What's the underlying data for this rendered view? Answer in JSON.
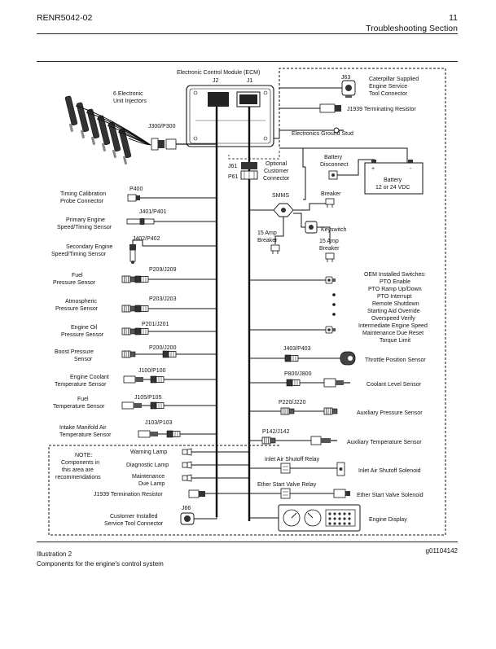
{
  "header": {
    "doc_id": "RENR5042-02",
    "page_number": "11",
    "section": "Troubleshooting  Section"
  },
  "diagram": {
    "ecm": {
      "label": "Electronic Control Module  (ECM)",
      "j2": "J2",
      "j1": "J1"
    },
    "injectors": {
      "label_1": "6 Electronic",
      "label_2": "Unit Injectors",
      "connector": "J300/P300"
    },
    "j63": "J63",
    "service_tool": {
      "line_1": "Caterpillar Supplied",
      "line_2": "Engine Service",
      "line_3": "Tool Connector"
    },
    "j1939_resistor": "J1939 Terminating Resistor",
    "ground_stud": "Electronics Ground Stud",
    "battery_disconnect": {
      "line_1": "Battery",
      "line_2": "Disconnect"
    },
    "battery": {
      "line_1": "Battery",
      "line_2": "12 or 24 VDC",
      "plus": "+",
      "minus": "-"
    },
    "customer_connector": {
      "j61": "J61",
      "p61": "P61",
      "line_1": "Optional",
      "line_2": "Customer",
      "line_3": "Connector"
    },
    "smms": "SMMS",
    "breaker": "Breaker",
    "amp_breaker_left": {
      "line_1": "15 Amp",
      "line_2": "Breaker"
    },
    "keyswitch": "Keyswitch",
    "amp_breaker_right": {
      "line_1": "15 Amp",
      "line_2": "Breaker"
    },
    "left_sensors": [
      {
        "connector": "P400",
        "line_1": "Timing Calibration",
        "line_2": "Probe Connector"
      },
      {
        "connector": "J401/P401",
        "line_1": "Primary Engine",
        "line_2": "Speed/Timing Sensor"
      },
      {
        "connector": "J402/P402",
        "line_1": "Secondary Engine",
        "line_2": "Speed/Timing Sensor"
      },
      {
        "connector": "P209/J209",
        "line_1": "Fuel",
        "line_2": "Pressure Sensor"
      },
      {
        "connector": "P203/J203",
        "line_1": "Atmospheric",
        "line_2": "Pressure Sensor"
      },
      {
        "connector": "P201/J201",
        "line_1": "Engine Oil",
        "line_2": "Pressure Sensor"
      },
      {
        "connector": "P200/J200",
        "line_1": "Boost Pressure",
        "line_2": "Sensor"
      },
      {
        "connector": "J100/P100",
        "line_1": "Engine Coolant",
        "line_2": "Temperature Sensor"
      },
      {
        "connector": "J105/P105",
        "line_1": "Fuel",
        "line_2": "Temperature Sensor"
      },
      {
        "connector": "J103/P103",
        "line_1": "Intake Manifold Air",
        "line_2": "Temperature Sensor"
      }
    ],
    "oem_switches": [
      "OEM Installed Switches:",
      "PTO Enable",
      "PTO Ramp Up/Down",
      "PTO Interrupt",
      "Remote Shutdown",
      "Starting Aid Override",
      "Overspeed Verify",
      "Intermediate Engine Speed",
      "Maintenance Due Reset",
      "Torque Limit"
    ],
    "right_sensors": [
      {
        "connector": "J403/P403",
        "label": "Throttle Position Sensor"
      },
      {
        "connector": "P800/J800",
        "label": "Coolant Level Sensor"
      },
      {
        "connector": "P220/J220",
        "label": "Auxiliary Pressure Sensor"
      },
      {
        "connector": "P142/J142",
        "label": "Auxiliary Temperature Sensor"
      }
    ],
    "note": {
      "line_1": "NOTE:",
      "line_2": "Components in",
      "line_3": "this area are",
      "line_4": "recommendations"
    },
    "warning_lamp": "Warning Lamp",
    "diagnostic_lamp": "Diagnostic Lamp",
    "maintenance_lamp": {
      "line_1": "Maintenance",
      "line_2": "Due Lamp"
    },
    "j1939_termination": "J1939 Termination Resistor",
    "j66": "J66",
    "customer_tool": {
      "line_1": "Customer Installed",
      "line_2": "Service Tool Connector"
    },
    "inlet_relay": "Inlet Air Shutoff Relay",
    "inlet_solenoid": "Inlet Air Shutoff Solenoid",
    "ether_relay": "Ether Start Valve Relay",
    "ether_solenoid": "Ether Start Valve Solenoid",
    "engine_display": "Engine Display"
  },
  "caption": {
    "illustration": "Illustration 2",
    "graphic_id": "g01104142",
    "description": "Components for the engine's control system"
  }
}
